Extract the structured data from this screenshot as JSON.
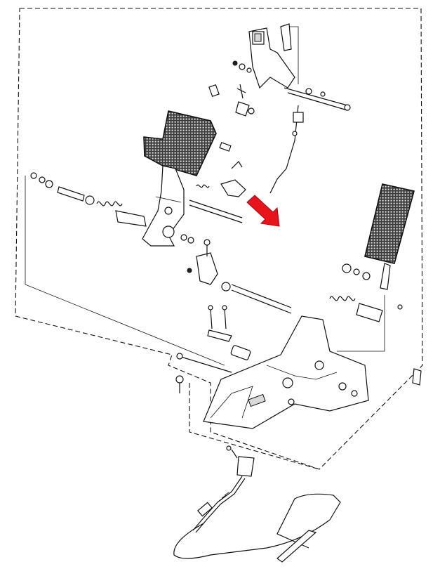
{
  "diagram": {
    "type": "exploded-parts-view",
    "callout": {
      "shape": "arrow",
      "color": "#e8141c"
    },
    "elements": [
      {
        "name": "outer-boundary-dashed-box"
      },
      {
        "name": "brake-pedal-pad"
      },
      {
        "name": "brake-pedal-arm"
      },
      {
        "name": "pedal-pivot-shaft"
      },
      {
        "name": "return-spring"
      },
      {
        "name": "stop-lamp-switch-bracket"
      },
      {
        "name": "accelerator-pedal"
      },
      {
        "name": "bracket-base-assembly"
      },
      {
        "name": "parking-cable"
      },
      {
        "name": "highlighted-lever-part"
      }
    ]
  }
}
